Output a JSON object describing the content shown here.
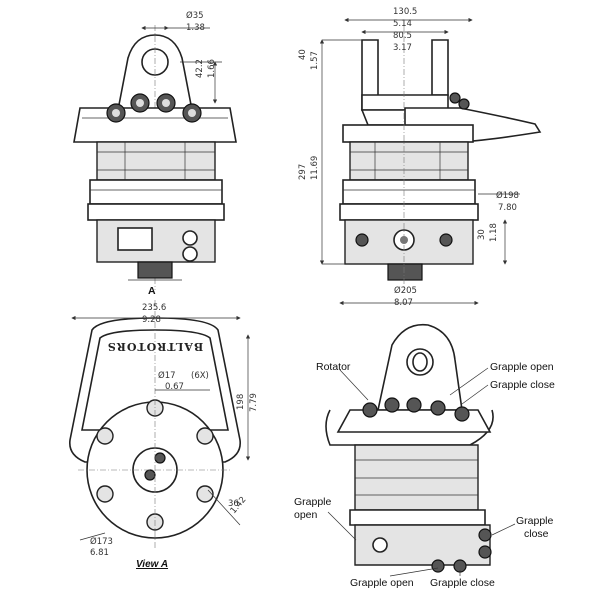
{
  "dims": {
    "lug_hole_mm": "Ø35",
    "lug_hole_in": "1.38",
    "lug_height_mm": "42.2",
    "lug_height_in": "1.66",
    "width_mm": "130.5",
    "width_in": "5.14",
    "fork_mm": "80.5",
    "fork_in": "3.17",
    "top_mm": "40",
    "top_in": "1.57",
    "height_mm": "297",
    "height_in": "11.69",
    "body_dia_mm": "Ø198",
    "body_dia_in": "7.80",
    "valve_mm": "30",
    "valve_in": "1.18",
    "base_dia_mm": "Ø205",
    "base_dia_in": "8.07",
    "flange_mm": "235.6",
    "flange_in": "9.28",
    "bolt_mm": "Ø17",
    "bolt_count": "(6X)",
    "bolt_in": "0.67",
    "view_height_mm": "198",
    "view_height_in": "7.79",
    "offset_mm": "36",
    "offset_in": "1.42",
    "disk_dia_mm": "Ø173",
    "disk_dia_in": "6.81"
  },
  "front": {
    "marker": "A"
  },
  "view_a": {
    "brand": "BALTROTORS",
    "caption": "View A"
  },
  "labels": {
    "rotator": "Rotator",
    "grapple_open": "Grapple open",
    "grapple_close": "Grapple close",
    "left_line1": "Grapple",
    "left_line2": "open",
    "right_line1": "Grapple",
    "right_line2": "close"
  }
}
